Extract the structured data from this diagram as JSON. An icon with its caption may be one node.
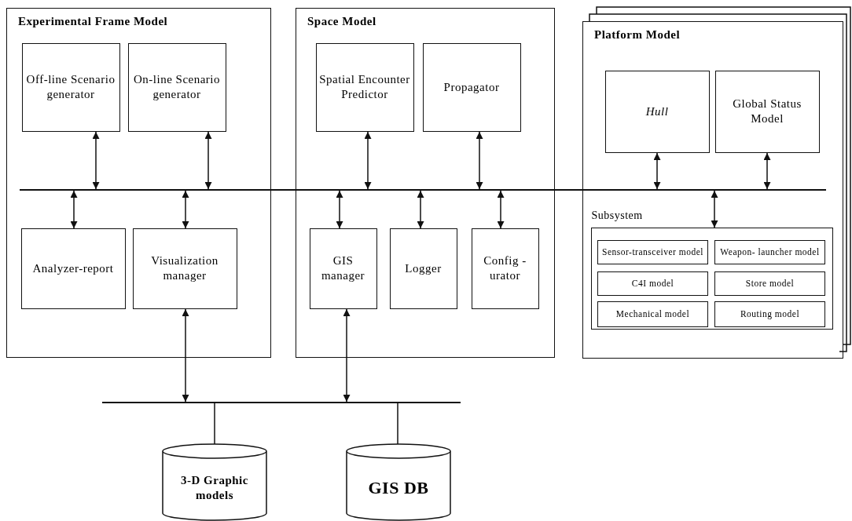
{
  "diagram": {
    "nodes": [
      {
        "text": [
          "Experimental Frame Model"
        ]
      },
      {
        "text": [
          "Off-line Scenario generator"
        ],
        "in": 0
      },
      {
        "text": [
          "On-line Scenario generator"
        ],
        "in": 0
      },
      {
        "text": [
          "Analyzer-report"
        ],
        "in": 0
      },
      {
        "text": [
          "Visualization manager"
        ],
        "in": 0
      },
      {
        "text": [
          "Space Model"
        ]
      },
      {
        "text": [
          "Spatial Encounter Predictor"
        ],
        "in": 5
      },
      {
        "text": [
          "Propagator"
        ],
        "in": 5
      },
      {
        "text": [
          "GIS manager"
        ],
        "in": 5
      },
      {
        "text": [
          "Logger"
        ],
        "in": 5
      },
      {
        "text": [
          "Config -urator"
        ],
        "in": 5
      },
      {
        "text": [
          "Platform Model"
        ]
      },
      {
        "text": [
          "Hull"
        ],
        "in": 11
      },
      {
        "text": [
          "Global Status Model"
        ],
        "in": 11
      },
      {
        "text": [
          "Subsystem"
        ],
        "in": 11
      },
      {
        "text": [
          "Sensor-transceiver model"
        ],
        "in": 14
      },
      {
        "text": [
          "Weapon- launcher model"
        ],
        "in": 14
      },
      {
        "text": [
          "C4I model"
        ],
        "in": 14
      },
      {
        "text": [
          "Store model"
        ],
        "in": 14
      },
      {
        "text": [
          "Mechanical model"
        ],
        "in": 14
      },
      {
        "text": [
          "Routing model"
        ],
        "in": 14
      },
      {
        "text": [],
        "shape": "bar"
      },
      {
        "text": [],
        "shape": "bar"
      },
      {
        "text": [
          "3-D Graphic models"
        ]
      },
      {
        "text": [
          "GIS DB"
        ]
      }
    ],
    "edges": [
      {
        "from": 1,
        "to": 21,
        "arrow": "both"
      },
      {
        "from": 2,
        "to": 21,
        "arrow": "both"
      },
      {
        "from": 21,
        "to": 3,
        "arrow": "both"
      },
      {
        "from": 21,
        "to": 4,
        "arrow": "both"
      },
      {
        "from": 6,
        "to": 21,
        "arrow": "both"
      },
      {
        "from": 7,
        "to": 21,
        "arrow": "both"
      },
      {
        "from": 21,
        "to": 8,
        "arrow": "both"
      },
      {
        "from": 21,
        "to": 9,
        "arrow": "both"
      },
      {
        "from": 21,
        "to": 10,
        "arrow": "both"
      },
      {
        "from": 12,
        "to": 21,
        "arrow": "both"
      },
      {
        "from": 13,
        "to": 21,
        "arrow": "both"
      },
      {
        "from": 21,
        "to": 14,
        "arrow": "both"
      },
      {
        "from": 4,
        "to": 22,
        "arrow": "both"
      },
      {
        "from": 8,
        "to": 22,
        "arrow": "both"
      },
      {
        "from": 22,
        "to": 23,
        "arrow": "none"
      },
      {
        "from": 22,
        "to": 24,
        "arrow": "none"
      }
    ]
  }
}
